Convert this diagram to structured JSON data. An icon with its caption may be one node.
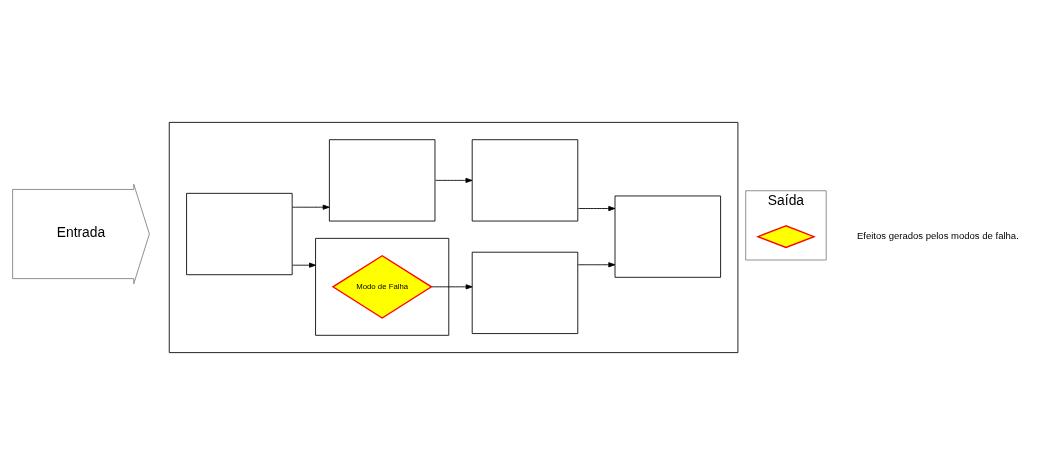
{
  "diagram": {
    "nodes": [
      {
        "text": [],
        "shape": "box"
      },
      {
        "text": [
          "Entrada"
        ]
      },
      {
        "text": [],
        "shape": "box",
        "in": 0
      },
      {
        "text": [],
        "shape": "box",
        "in": 0
      },
      {
        "text": [
          "Modo de Falha"
        ],
        "in": 3
      },
      {
        "text": [],
        "shape": "box",
        "in": 0
      },
      {
        "text": [],
        "shape": "box",
        "in": 0
      },
      {
        "text": [],
        "shape": "box",
        "in": 0
      },
      {
        "text": [],
        "shape": "box",
        "in": 0
      },
      {
        "text": [
          "Saída"
        ],
        "beside": [
          "Efeitos gerados pelos modos de falha."
        ]
      },
      {
        "text": [],
        "shape": "diamond",
        "in": 9
      }
    ],
    "edges": [
      {
        "from": 2,
        "to": 3,
        "arrow": "to"
      },
      {
        "from": 2,
        "to": 6,
        "arrow": "to"
      },
      {
        "from": 4,
        "to": 5,
        "arrow": "to"
      },
      {
        "from": 5,
        "to": 8,
        "arrow": "to"
      },
      {
        "from": 6,
        "to": 7,
        "arrow": "to"
      },
      {
        "from": 7,
        "to": 8,
        "arrow": "to"
      }
    ]
  }
}
